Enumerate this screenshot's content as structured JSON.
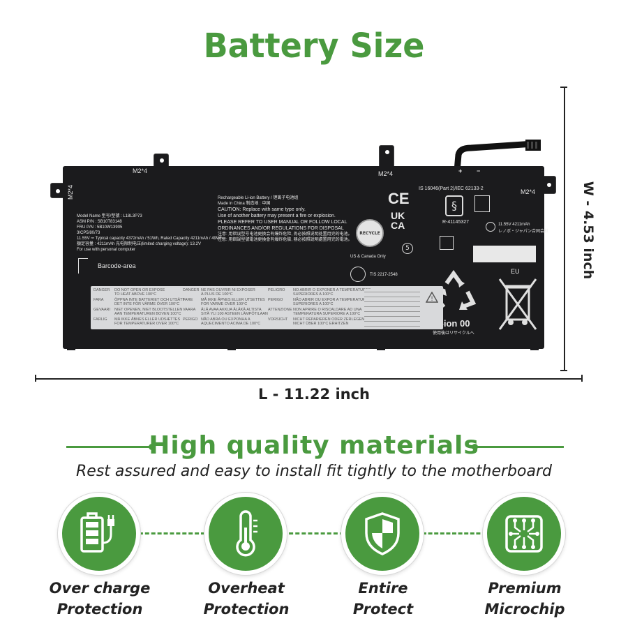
{
  "title": "Battery Size",
  "battery": {
    "tab_labels": [
      "M2*4",
      "M2*4",
      "M2*4",
      "M2*4"
    ],
    "polarity": [
      "+",
      "−"
    ],
    "model_lines": [
      "Model Name 型号/型號 : L18L3P73",
      "ASM P/N               : SB10T83148",
      "FRU P/N               : 5B10W13905",
      "3ICP5/80/73",
      "11.55V ⎓ Typical capacity 4372mAh / 51Wh, Rated Capacity 4211mAh / 49Wh",
      "額定容量 :    4211mAh  充电限制电压(limited charging voltage): 13.2V",
      "For use with              personal computer"
    ],
    "barcode_label": "Barcode-area",
    "warning_lines": [
      "Rechargeable Li-ion Battery / 锂离子电池组",
      "Made in China 制造地 : 中国",
      "CAUTION: Replace with same type only.",
      "Use of another battery may present a fire or explosion.",
      "PLEASE REFER TO USER MANUAL OR FOLLOW LOCAL",
      "ORDINANCES AND/OR REGULATIONS FOR DISPOSAL",
      "注意: 用错误型号电池更换会有爆炸危险, 务必按照说明处置用完的电池。",
      "注意: 用錯誤型號電池更換會有爆炸危險, 務必按照說明處置用完的電池。"
    ],
    "recycle_stamp": "RECYCLE",
    "us_canada": "US & Canada Only",
    "tis": "TIS 2217-2548",
    "standards": "IS 16046(Part 2)/IEC 62133-2",
    "ce": "CE",
    "ukca": [
      "UK",
      "CA"
    ],
    "r_number": "R-41145327",
    "spec_small": "11.55V   4211mAh",
    "japan_text": "レノボ・ジャパン合同会社",
    "eu": "EU",
    "li_ion": "Li-ion 00",
    "japan_recycle": "使用後はリサイクルへ",
    "strip_lines": [
      [
        "DANGER",
        "DO NOT OPEN OR EXPOSE",
        "TO HEAT ABOVE 100°C"
      ],
      [
        "FARA",
        "ÖPPNA INTE BATTERIET OCH UTSÄTT",
        "DET INTE FÖR VÄRME ÖVER 100°C"
      ],
      [
        "GEVAARI",
        "NIET OPENEN, NIET BLOOTSTELLEN",
        "AAN TEMPERATUREN BOVEN 100°C"
      ],
      [
        "FARLIG",
        "MÅ IKKE ÅBNES ELLER UDSÆTTES",
        "FOR TEMPERATURER OVER 100°C"
      ]
    ],
    "strip_lines_2": [
      [
        "DANGER",
        "NE PAS OUVRIR NI EXPOSER",
        "À PLUS DE 100°C"
      ],
      [
        "FARE",
        "MÅ IKKE ÅPNES ELLER UTSETTES",
        "FOR VARME OVER 100°C"
      ],
      [
        "VAARA",
        "ÄLÄ AVAA AKKUA ÄLÄKÄ ALTISTA",
        "SITÄ YLI 100 ASTEEN LÄMPÖTILAAN"
      ],
      [
        "PERIGO",
        "NÃO ABRA OU EXPONHA A",
        "AQUECIMENTO ACIMA DE 100°C"
      ]
    ],
    "strip_lines_3": [
      [
        "PELIGRO",
        "NO ABRIR O EXPONER A TEMPERATURAS",
        "SUPERIORES A 100°C"
      ],
      [
        "PERIGO",
        "NÃO ABRIR OU EXPOR A TEMPERATURAS",
        "SUPERIORES A 100°C"
      ],
      [
        "ATTENZIONE",
        "NON APRIRE O RISCALDARE AD UNA",
        "TEMPERATURA SUPERIORE A 100°C"
      ],
      [
        "VORSICHT",
        "NICHT REPARIEREN ODER ZERLEGEN,",
        "NICHT ÜBER 100°C ERHITZEN"
      ]
    ]
  },
  "dimensions": {
    "length": "L - 11.22 inch",
    "width": "W - 4.53 inch"
  },
  "quality": {
    "heading": "High quality materials",
    "subtitle": "Rest assured and easy to install fit tightly to the motherboard"
  },
  "features": [
    {
      "icon": "battery-charge-icon",
      "line1": "Over charge",
      "line2": "Protection"
    },
    {
      "icon": "thermometer-icon",
      "line1": "Overheat",
      "line2": "Protection"
    },
    {
      "icon": "shield-icon",
      "line1": "Entire",
      "line2": "Protect"
    },
    {
      "icon": "microchip-icon",
      "line1": "Premium",
      "line2": "Microchip"
    }
  ],
  "colors": {
    "accent_green": "#4a9a3f",
    "battery_body": "#1b1b1d"
  }
}
